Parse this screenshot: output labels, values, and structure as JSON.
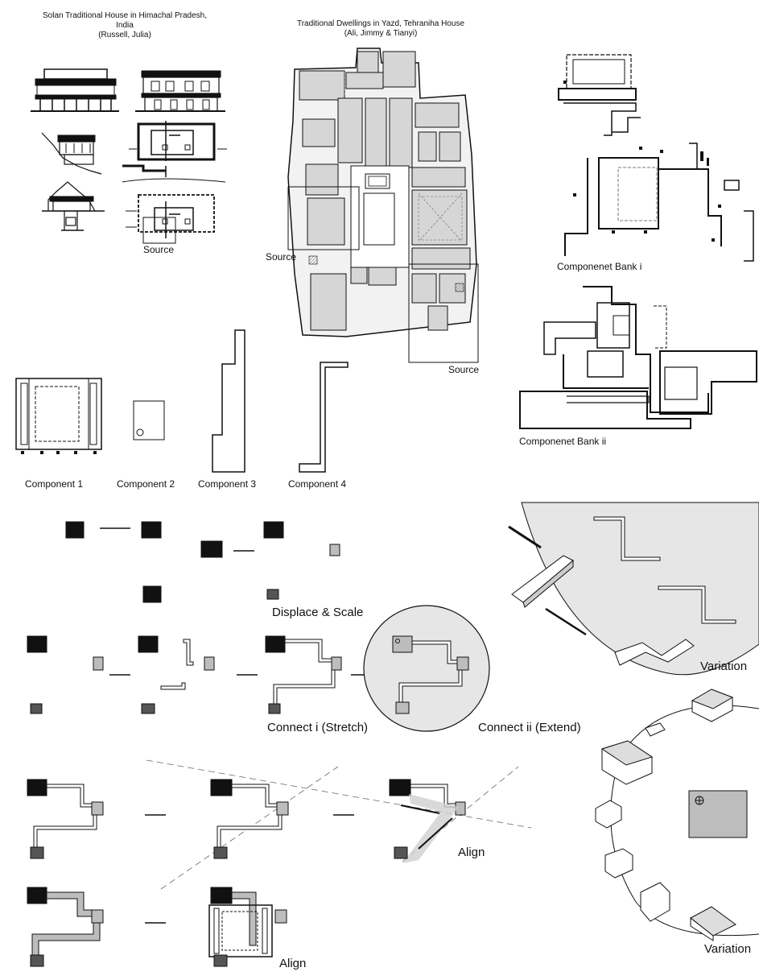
{
  "header": {
    "solan_title": [
      "Solan Traditional House in Himachal Pradesh,",
      "India",
      "(Russell, Julia)"
    ],
    "yazd_title": [
      "Traditional Dwellings in Yazd, Tehraniha House",
      "(Ali, Jimmy & Tianyi)"
    ]
  },
  "labels": {
    "source_solan": "Source",
    "source_yazd_left": "Source",
    "source_yazd_right": "Source",
    "bank_i": "Componenet Bank i",
    "bank_ii": "Componenet Bank ii",
    "component_1": "Component 1",
    "component_2": "Component 2",
    "component_3": "Component 3",
    "component_4": "Component 4",
    "displace_scale": "Displace & Scale",
    "connect_stretch": "Connect i (Stretch)",
    "connect_extend": "Connect ii (Extend)",
    "variation_top": "Variation",
    "variation_bottom": "Variation",
    "align_1": "Align",
    "align_2": "Align"
  },
  "colors": {
    "line": "#111111",
    "fill_light": "#d9d9d9",
    "fill_mid": "#bdbdbd",
    "fill_dark": "#555555",
    "fill_black": "#111111",
    "circle_bg": "#e6e6e6"
  }
}
